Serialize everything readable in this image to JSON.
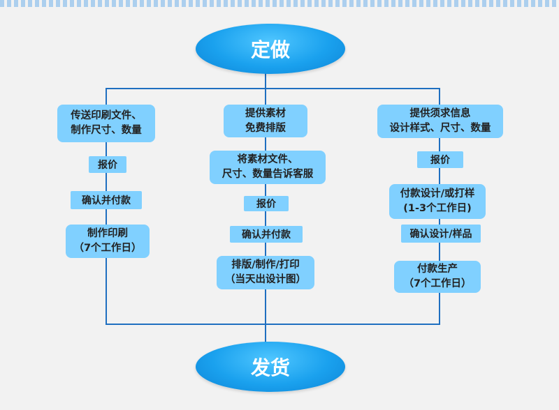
{
  "top": {
    "title": "定做"
  },
  "bottom": {
    "title": "发货"
  },
  "left": {
    "step1": "传送印刷文件、\n制作尺寸、数量",
    "step2": "报价",
    "step3": "确认并付款",
    "step4": "制作印刷\n（7个工作日）"
  },
  "middle": {
    "step1": "提供素材\n免费排版",
    "step2": "将素材文件、\n尺寸、数量告诉客服",
    "step3": "报价",
    "step4": "确认并付款",
    "step5": "排版/制作/打印\n（当天出设计图）"
  },
  "right": {
    "step1": "提供须求信息\n设计样式、尺寸、数量",
    "step2": "报价",
    "step3": "付款设计/或打样\n(1-3个工作日)",
    "step4": "确认设计/样品",
    "step5": "付款生产\n（7个工作日）"
  },
  "colors": {
    "line": "#1f6fc0",
    "box": "#80d0ff",
    "oval": "#1aa1ee"
  }
}
